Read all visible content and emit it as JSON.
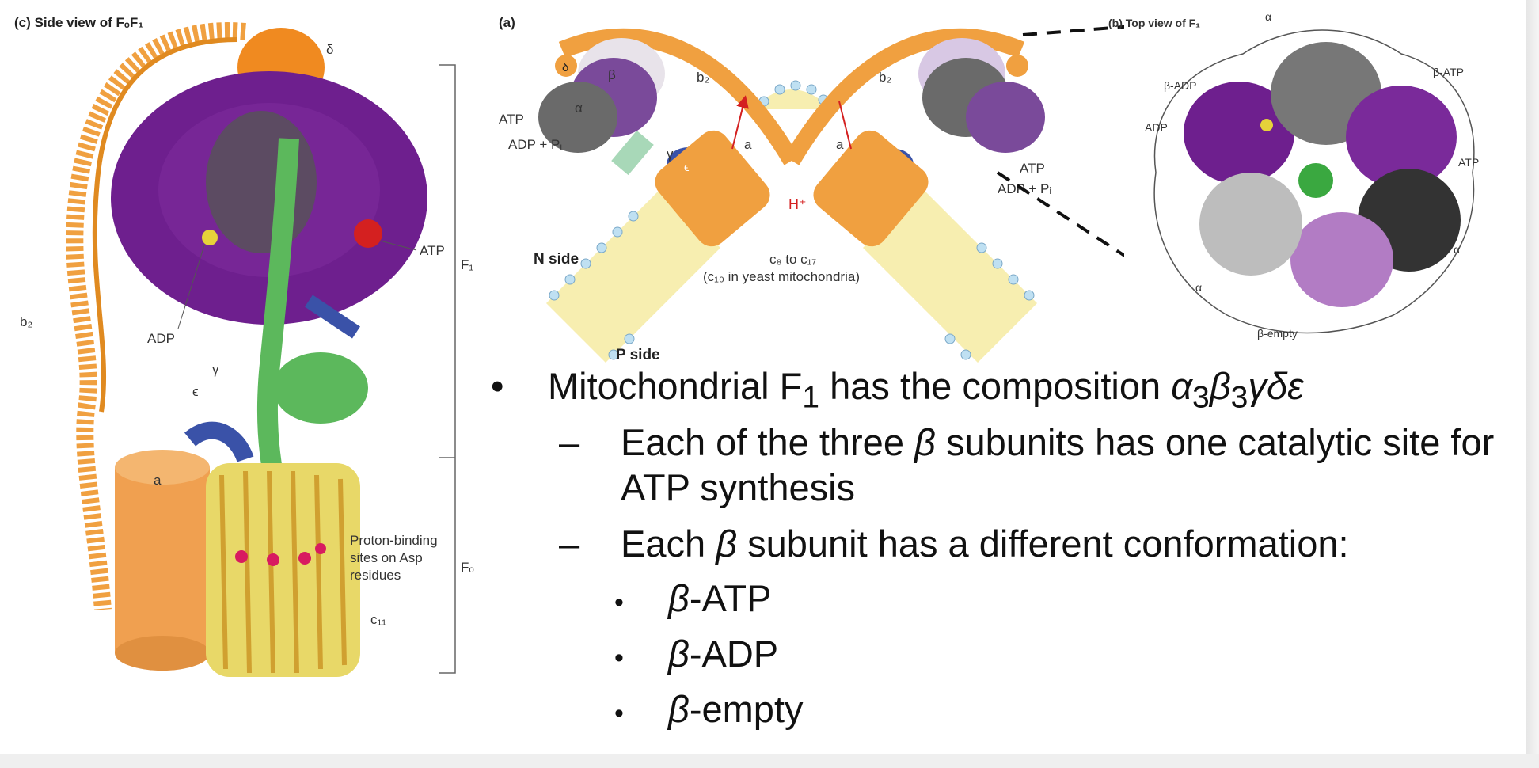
{
  "figure": {
    "panel_c_title": "(c) Side view of FₒF₁",
    "panel_a_label": "(a)",
    "panel_b_title": "(b) Top view of F₁",
    "labels_c": {
      "delta": "δ",
      "atp": "ATP",
      "f1": "F₁",
      "b2": "b₂",
      "adp": "ADP",
      "gamma": "γ",
      "epsilon": "ϵ",
      "a": "a",
      "proton_sites": [
        "Proton-binding",
        "sites on Asp",
        "residues"
      ],
      "fo": "Fₒ",
      "c11": "c₁₁"
    },
    "labels_a": {
      "atp_left": "ATP",
      "adp_pi_left": "ADP + Pᵢ",
      "atp_right": "ATP",
      "adp_pi_right": "ADP + Pᵢ",
      "b2_left": "b₂",
      "b2_right": "b₂",
      "a_left": "a",
      "a_right": "a",
      "alpha": "α",
      "beta": "β",
      "delta": "δ",
      "gamma": "γ",
      "epsilon": "ϵ",
      "h_plus": "H⁺",
      "n_side": "N side",
      "p_side": "P side",
      "c_range": "c₈ to c₁₇",
      "c_yeast": "(c₁₀ in yeast mitochondria)"
    },
    "labels_b": {
      "alpha": "α",
      "beta_adp": "β-ADP",
      "beta_atp": "β-ATP",
      "beta_empty": "β-empty",
      "adp": "ADP",
      "atp": "ATP"
    },
    "colors": {
      "purple": "#6e1f8e",
      "orange": "#f0a040",
      "green": "#5cb85c",
      "blue": "#3a52a8",
      "gray": "#555555",
      "yellow": "#f0e27a",
      "red": "#d42020"
    }
  },
  "bullets": {
    "main_prefix": "Mitochondrial F",
    "main_sub": "1",
    "main_mid": " has the composition ",
    "alpha": "α",
    "beta": "β",
    "sub3": "3",
    "composition_tail": "γδε",
    "sub1_pre": "Each of the three ",
    "sub1_post": " subunits has one catalytic site for ATP synthesis",
    "sub2_pre": "Each ",
    "sub2_post": " subunit has a different conformation:",
    "items": [
      "-ATP",
      "-ADP",
      "-empty"
    ],
    "bullet_char": "•",
    "dash_char": "–"
  }
}
